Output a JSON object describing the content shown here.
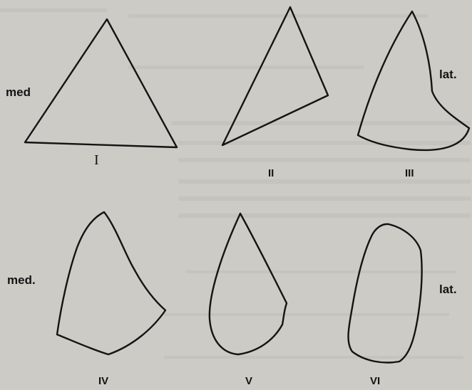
{
  "labels": {
    "med_top": "med",
    "lat_top": "lat.",
    "med_bottom": "med.",
    "lat_bottom": "lat."
  },
  "numerals": {
    "i": "I",
    "ii": "II",
    "iii": "III",
    "iv": "IV",
    "v": "V",
    "vi": "VI"
  },
  "colors": {
    "paper": "#cdcbc6",
    "ink": "#141414"
  }
}
